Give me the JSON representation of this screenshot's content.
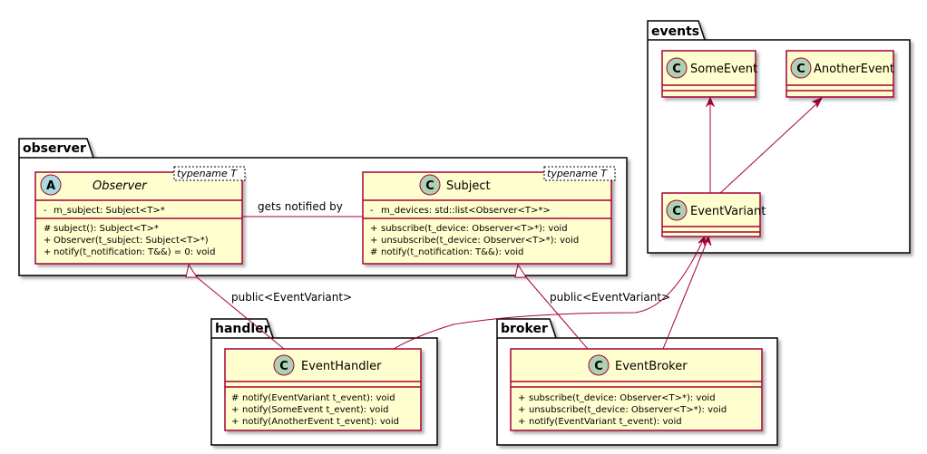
{
  "colors": {
    "class_fill": "#FEFECE",
    "class_border": "#A80036",
    "edge": "#A80036",
    "spot_class": "#ADD1B2",
    "spot_abstract": "#A9DCDF",
    "package_border": "#000000"
  },
  "packages": {
    "events": "events",
    "observer": "observer",
    "handler": "handler",
    "broker": "broker"
  },
  "classes": {
    "some_event": {
      "spot": "C",
      "name": "SomeEvent"
    },
    "another_event": {
      "spot": "C",
      "name": "AnotherEvent"
    },
    "event_variant": {
      "spot": "C",
      "name": "EventVariant"
    },
    "observer": {
      "spot": "A",
      "name": "Observer",
      "template": "typename T",
      "fields": [
        {
          "vis": "-",
          "text": "m_subject: Subject<T>*"
        }
      ],
      "methods": [
        {
          "vis": "#",
          "text": "subject(): Subject<T>*"
        },
        {
          "vis": "+",
          "text": "Observer(t_subject: Subject<T>*)"
        },
        {
          "vis": "+",
          "text": "notify(t_notification: T&&) = 0: void"
        }
      ]
    },
    "subject": {
      "spot": "C",
      "name": "Subject",
      "template": "typename T",
      "fields": [
        {
          "vis": "-",
          "text": "m_devices: std::list<Observer<T>*>"
        }
      ],
      "methods": [
        {
          "vis": "+",
          "text": "subscribe(t_device: Observer<T>*): void"
        },
        {
          "vis": "+",
          "text": "unsubscribe(t_device: Observer<T>*): void"
        },
        {
          "vis": "#",
          "text": "notify(t_notification: T&&): void"
        }
      ]
    },
    "event_handler": {
      "spot": "C",
      "name": "EventHandler",
      "methods": [
        {
          "vis": "#",
          "text": "notify(EventVariant t_event): void"
        },
        {
          "vis": "+",
          "text": "notify(SomeEvent t_event): void"
        },
        {
          "vis": "+",
          "text": "notify(AnotherEvent t_event): void"
        }
      ]
    },
    "event_broker": {
      "spot": "C",
      "name": "EventBroker",
      "methods": [
        {
          "vis": "+",
          "text": "subscribe(t_device: Observer<T>*): void"
        },
        {
          "vis": "+",
          "text": "unsubscribe(t_device: Observer<T>*): void"
        },
        {
          "vis": "+",
          "text": "notify(EventVariant t_event): void"
        }
      ]
    }
  },
  "edge_labels": {
    "gets_notified_by": "gets notified by",
    "handler_inherit": "public<EventVariant>",
    "broker_inherit": "public<EventVariant>"
  }
}
